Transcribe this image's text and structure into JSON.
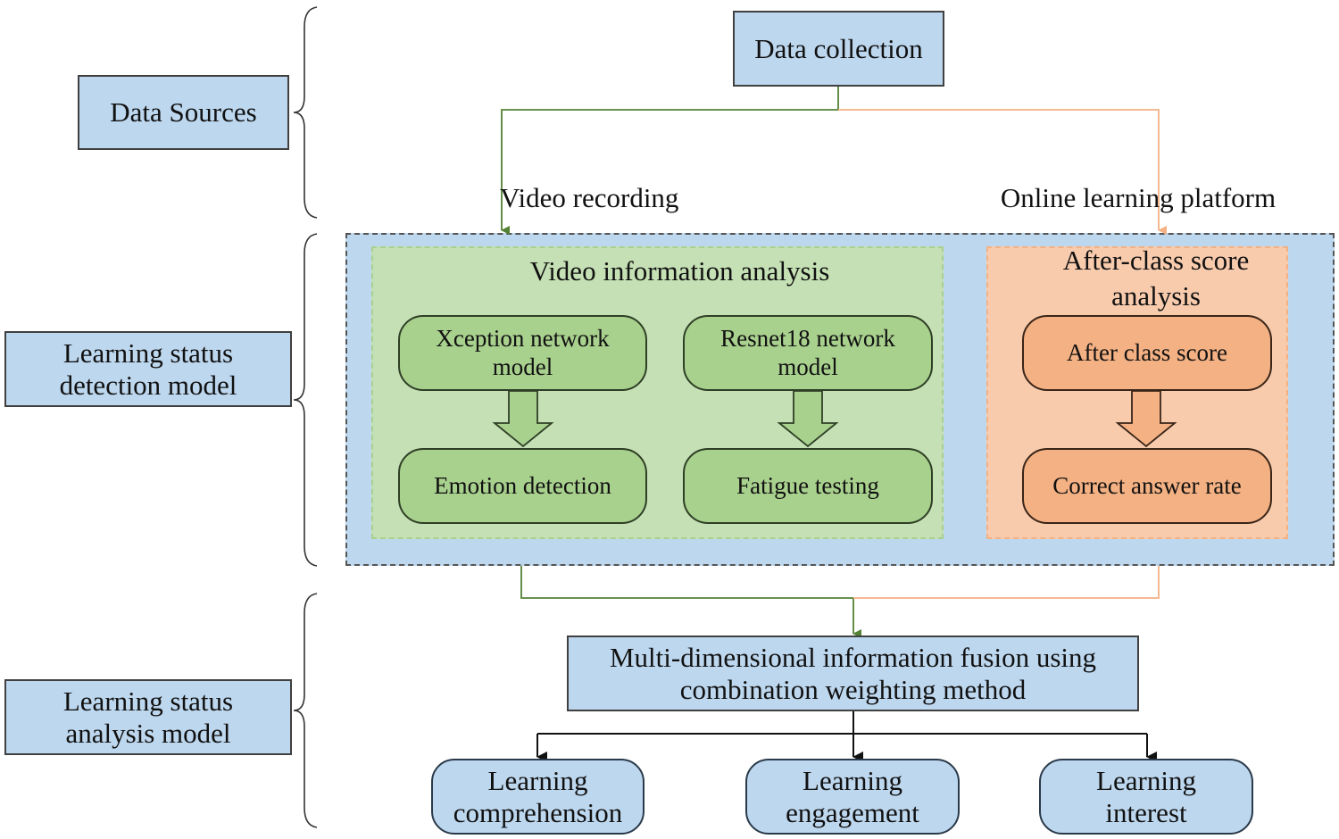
{
  "layers": {
    "data_sources": "Data Sources",
    "detection_model": "Learning status detection model",
    "analysis_model": "Learning status analysis model"
  },
  "nodes": {
    "data_collection": "Data collection",
    "video_recording": "Video recording",
    "online_platform": "Online learning platform",
    "video_analysis_title": "Video information analysis",
    "xception": "Xception network model",
    "resnet": "Resnet18 network model",
    "emotion": "Emotion detection",
    "fatigue": "Fatigue testing",
    "score_analysis_title": "After-class score analysis",
    "after_class_score": "After class score",
    "correct_rate": "Correct answer rate",
    "fusion": "Multi-dimensional information fusion using combination weighting method",
    "comprehension": "Learning comprehension",
    "engagement": "Learning engagement",
    "interest": "Learning interest"
  },
  "colors": {
    "blue_fill": "#bdd7ee",
    "green_fill": "#a9d18e",
    "green_region": "#c5e0b4",
    "orange_fill": "#f4b183",
    "orange_region": "#f8cbad",
    "green_line": "#548235",
    "orange_line": "#f4b183"
  }
}
